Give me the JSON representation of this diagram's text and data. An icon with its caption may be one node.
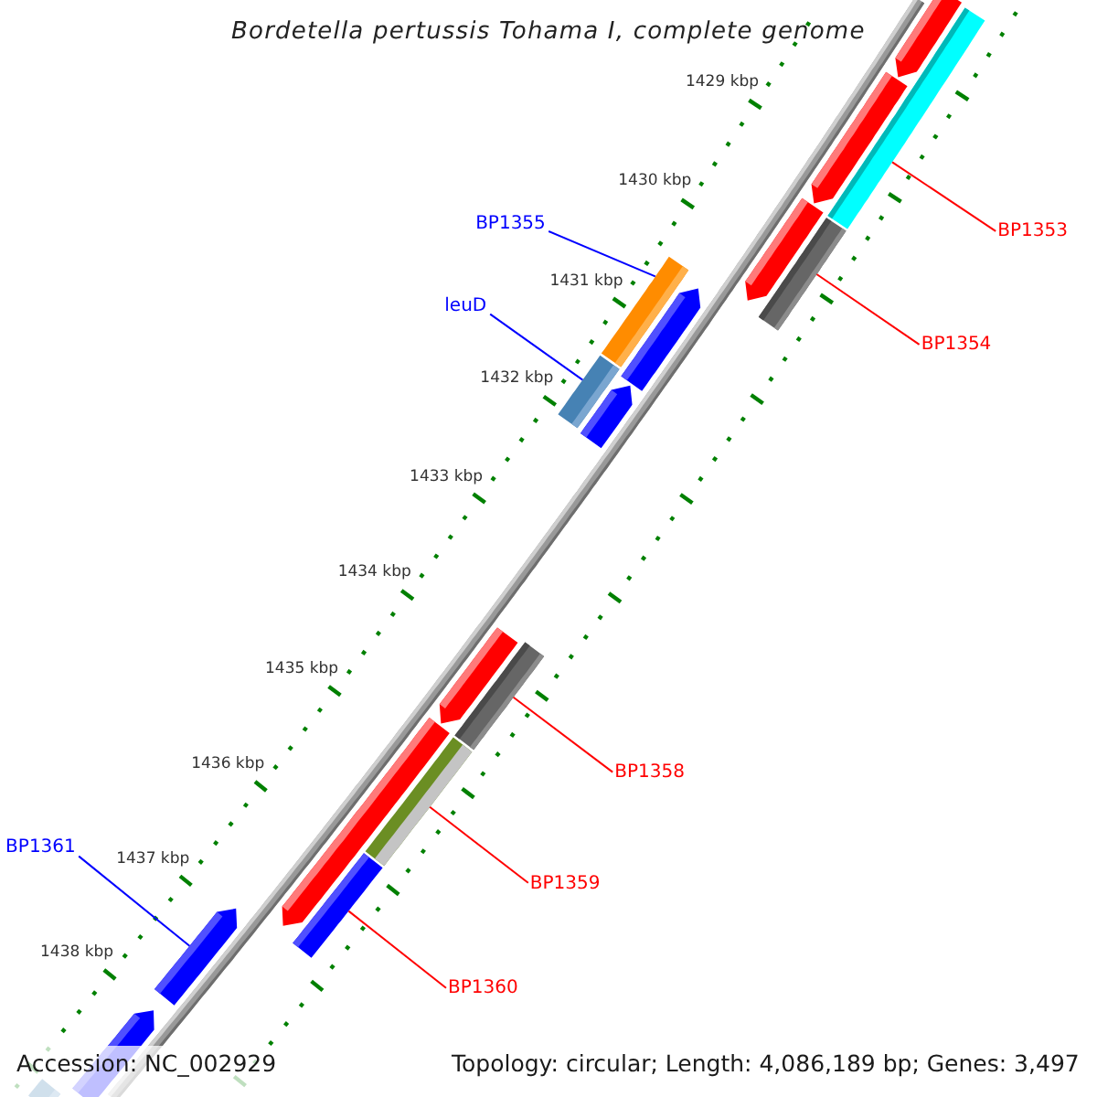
{
  "diagram": {
    "title": "Bordetella pertussis Tohama I, complete genome",
    "nodes": [
      {
        "text": [],
        "shape": "arrow"
      },
      {
        "text": [],
        "shape": "bar"
      },
      {
        "text": [],
        "shape": "arrow"
      },
      {
        "text": [],
        "shape": "arrow"
      },
      {
        "text": [],
        "shape": "bar"
      },
      {
        "text": [
          "BP1355"
        ]
      },
      {
        "text": [
          "BP1353"
        ]
      },
      {
        "text": [],
        "shape": "bar"
      },
      {
        "text": [],
        "shape": "arrow"
      },
      {
        "text": [
          "leuD"
        ]
      },
      {
        "text": [
          "BP1354"
        ]
      },
      {
        "text": [],
        "shape": "bar"
      },
      {
        "text": [],
        "shape": "arrow"
      },
      {
        "text": [],
        "shape": "arrow"
      },
      {
        "text": [],
        "shape": "bar"
      },
      {
        "text": [],
        "shape": "arrow"
      },
      {
        "text": [],
        "shape": "bar"
      },
      {
        "text": [
          "BP1358"
        ]
      },
      {
        "text": [
          "BP1361"
        ]
      },
      {
        "text": [],
        "shape": "bar"
      },
      {
        "text": [
          "BP1359"
        ]
      },
      {
        "text": [],
        "shape": "arrow"
      },
      {
        "text": [
          "BP1360"
        ]
      },
      {
        "text": [],
        "shape": "arrow"
      },
      {
        "text": [],
        "shape": "bar"
      }
    ],
    "edges": [
      {
        "from": 5,
        "to": 7,
        "arrow": "none",
        "color": "#0000ff"
      },
      {
        "from": 6,
        "to": 1,
        "arrow": "none"
      },
      {
        "from": 9,
        "to": 11,
        "arrow": "none",
        "color": "#0000ff"
      },
      {
        "from": 10,
        "to": 4,
        "arrow": "none"
      },
      {
        "from": 17,
        "to": 14,
        "arrow": "none"
      },
      {
        "from": 18,
        "to": 21,
        "arrow": "none",
        "color": "#0000ff"
      },
      {
        "from": 20,
        "to": 16,
        "arrow": "none"
      },
      {
        "from": 22,
        "to": 19,
        "arrow": "none"
      }
    ],
    "labels": [
      "1429 kbp",
      "1430 kbp",
      "1431 kbp",
      "1432 kbp",
      "1433 kbp",
      "1434 kbp",
      "1435 kbp",
      "1436 kbp",
      "1437 kbp",
      "1438 kbp",
      "Accession: NC_002929",
      "Topology: circular; Length: 4,086,189 bp; Genes: 3,497"
    ]
  }
}
